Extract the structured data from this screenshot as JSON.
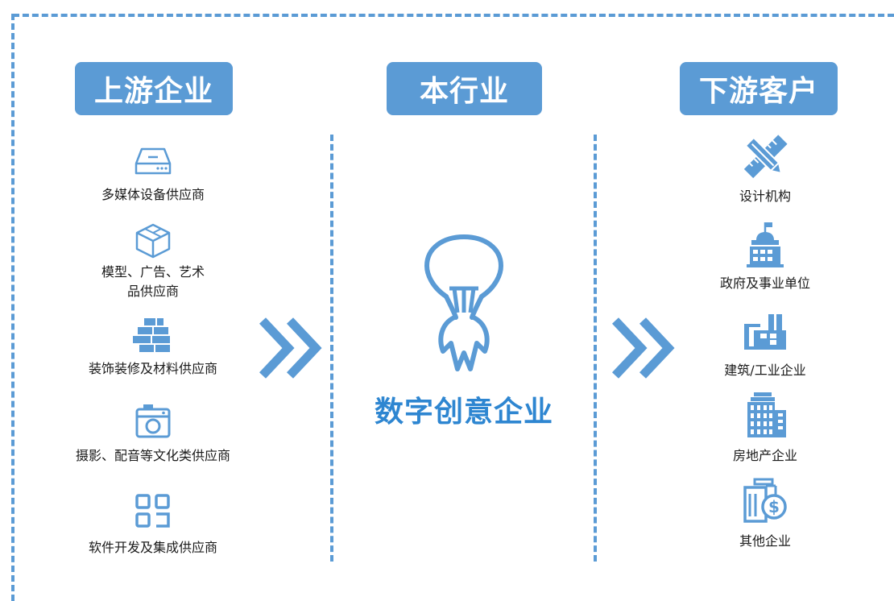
{
  "headers": {
    "upstream": "上游企业",
    "industry": "本行业",
    "downstream": "下游客户"
  },
  "upstream": {
    "items": [
      {
        "label": "多媒体设备供应商",
        "icon": "hard-drive-icon"
      },
      {
        "label": "模型、广告、艺术",
        "label2": "品供应商",
        "icon": "cube-icon"
      },
      {
        "label": "装饰装修及材料供应商",
        "icon": "bricks-icon"
      },
      {
        "label": "摄影、配音等文化类供应商",
        "icon": "camera-icon"
      },
      {
        "label": "软件开发及集成供应商",
        "icon": "grid-app-icon"
      }
    ]
  },
  "center": {
    "title": "数字创意企业",
    "icon": "lightbulb-icon"
  },
  "downstream": {
    "items": [
      {
        "label": "设计机构",
        "icon": "pencil-ruler-icon"
      },
      {
        "label": "政府及事业单位",
        "icon": "government-building-icon"
      },
      {
        "label": "建筑/工业企业",
        "icon": "factory-icon"
      },
      {
        "label": "房地产企业",
        "icon": "office-buildings-icon"
      },
      {
        "label": "其他企业",
        "icon": "building-dollar-icon"
      }
    ]
  },
  "colors": {
    "accent": "#5b9bd5",
    "title_blue": "#2e86d1"
  }
}
